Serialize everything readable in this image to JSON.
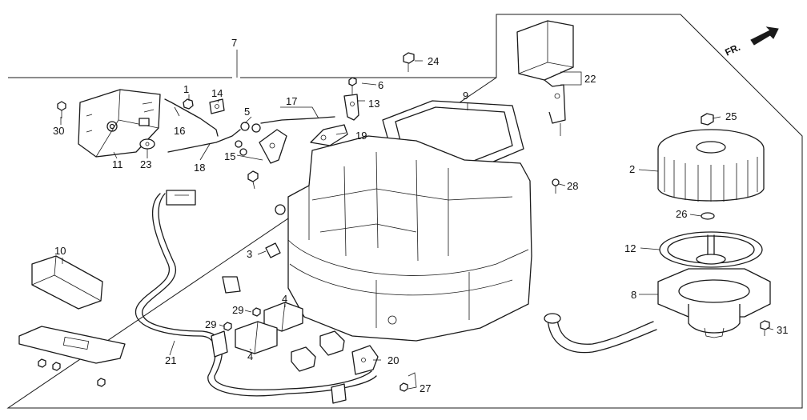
{
  "direction_label": "FR.",
  "callouts": [
    "1",
    "2",
    "3",
    "4",
    "4",
    "5",
    "6",
    "7",
    "8",
    "9",
    "10",
    "11",
    "12",
    "13",
    "14",
    "15",
    "16",
    "17",
    "18",
    "19",
    "20",
    "21",
    "22",
    "23",
    "24",
    "25",
    "26",
    "27",
    "28",
    "29",
    "29",
    "30",
    "31"
  ]
}
